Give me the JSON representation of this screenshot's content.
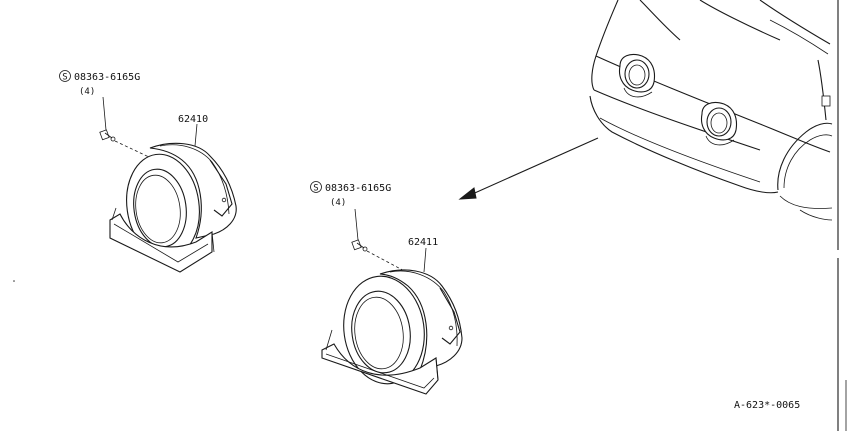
{
  "callouts": {
    "bolt_left": {
      "symbol": "S",
      "part_no": "08363-6165G",
      "qty": "(4)"
    },
    "bolt_right": {
      "symbol": "S",
      "part_no": "08363-6165G",
      "qty": "(4)"
    },
    "cover_left": "62410",
    "cover_right": "62411"
  },
  "diagram_code": "A-623*-0065"
}
